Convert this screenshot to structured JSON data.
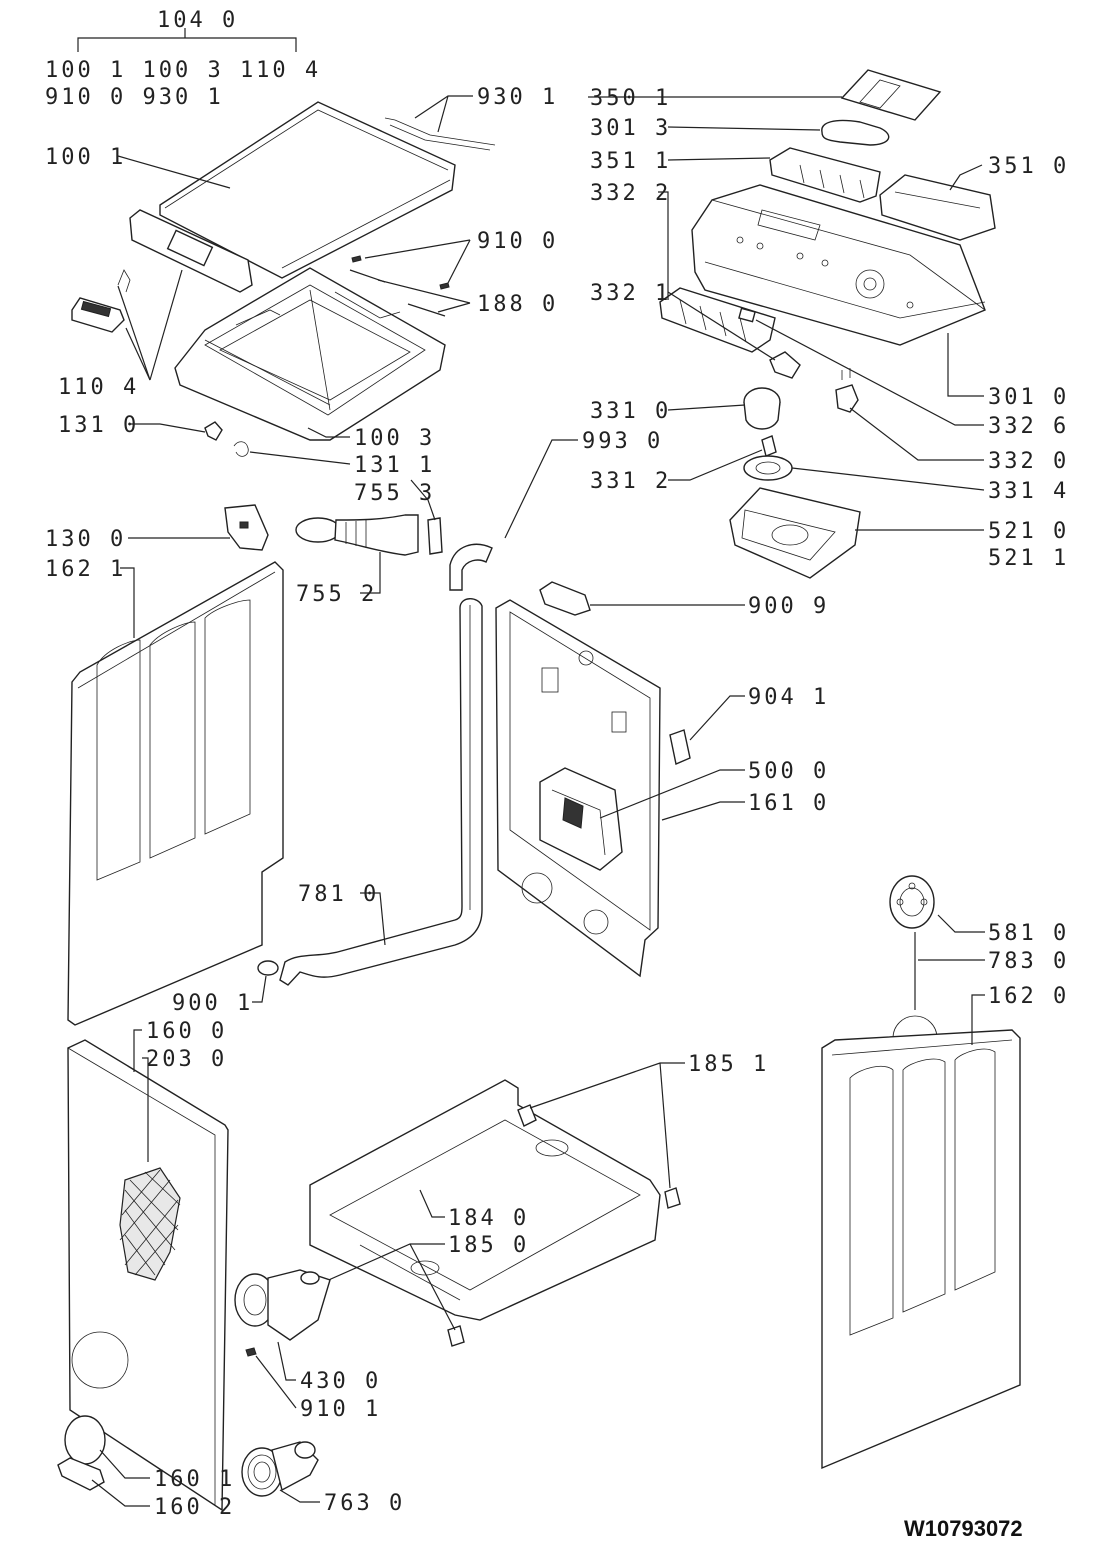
{
  "document_number": "W10793072",
  "callout_labels": {
    "group_top_1": "104 0",
    "group_top_2": "100 1   100 3   110 4",
    "group_top_3": "910 0   930 1",
    "l930_1": "930 1",
    "l100_1": "100 1",
    "l910_0": "910 0",
    "l188_0": "188 0",
    "l110_4": "110 4",
    "l131_0": "131 0",
    "l100_3": "100 3",
    "l131_1": "131 1",
    "l755_3": "755 3",
    "l130_0": "130 0",
    "l162_1": "162 1",
    "l755_2": "755 2",
    "l350_1": "350 1",
    "l301_3": "301 3",
    "l351_1": "351 1",
    "l351_0": "351 0",
    "l332_2": "332 2",
    "l301_0": "301 0",
    "l332_1": "332 1",
    "l332_6": "332 6",
    "l331_0": "331 0",
    "l332_0": "332 0",
    "l993_0": "993 0",
    "l331_2": "331 2",
    "l331_4": "331 4",
    "l521_0": "521 0",
    "l521_1": "521 1",
    "l900_9": "900 9",
    "l904_1": "904 1",
    "l500_0": "500 0",
    "l161_0": "161 0",
    "l781_0": "781 0",
    "l581_0": "581 0",
    "l783_0": "783 0",
    "l162_0": "162 0",
    "l900_1": "900 1",
    "l160_0": "160 0",
    "l203_0": "203 0",
    "l185_1": "185 1",
    "l184_0": "184 0",
    "l185_0": "185 0",
    "l430_0": "430 0",
    "l910_1": "910 1",
    "l160_1": "160 1",
    "l160_2": "160 2",
    "l763_0": "763 0"
  },
  "colors": {
    "line": "#222222",
    "fill": "#ffffff",
    "shade": "#e8e8e8"
  }
}
